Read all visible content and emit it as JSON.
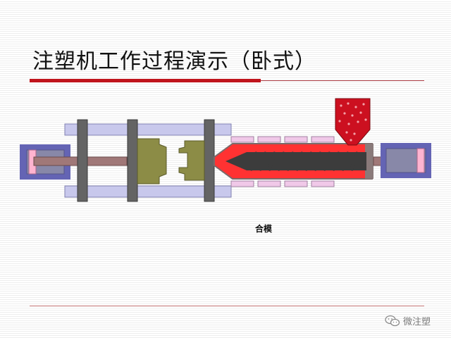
{
  "slide": {
    "title": "注塑机工作过程演示（卧式）",
    "caption": "合模",
    "watermark": "微注塑"
  },
  "colors": {
    "title_rule": "#c0141c",
    "tie_bar": "#c8c8ec",
    "platen": "#646464",
    "mold": "#8c8c46",
    "barrel_outline": "#7a6a6a",
    "heater_band": "#f0c8e8",
    "melt": "#ff3232",
    "screw": "#3c3c3c",
    "pellets": "#cc1020",
    "cylinder_frame": "#6464b4",
    "cylinder_body": "#8888a8",
    "piston": "#ffb4d0"
  },
  "icons": [
    "wechat-icon"
  ]
}
